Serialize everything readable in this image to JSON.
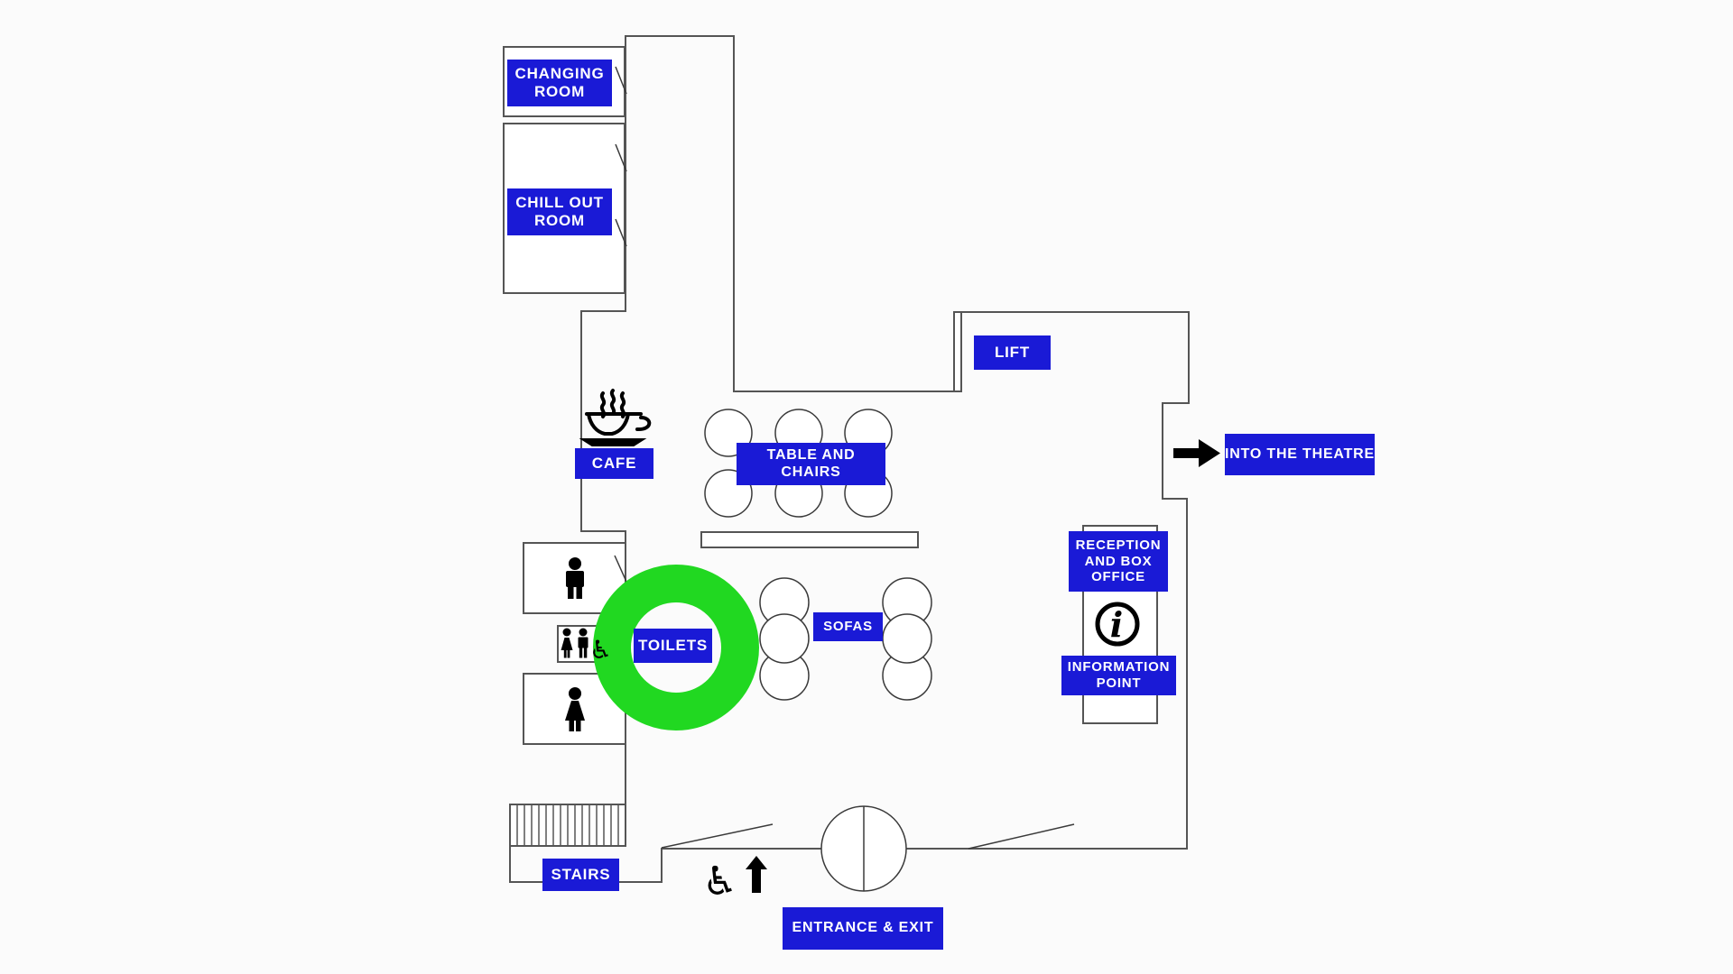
{
  "labels": {
    "changing_room": "CHANGING\nROOM",
    "chill_out_room": "CHILL OUT\nROOM",
    "cafe": "CAFE",
    "table_and_chairs": "TABLE AND CHAIRS",
    "lift": "LIFT",
    "into_the_theatre": "INTO THE THEATRE",
    "toilets": "TOILETS",
    "sofas": "SOFAS",
    "reception": "RECEPTION\nAND BOX\nOFFICE",
    "information_point": "INFORMATION\nPOINT",
    "stairs": "STAIRS",
    "entrance_exit": "ENTRANCE & EXIT"
  },
  "icons": {
    "cafe": "coffee-cup-icon",
    "male_toilet": "male-icon",
    "female_toilet": "female-icon",
    "accessible_toilet": "female-male-wheelchair-icons",
    "information": "info-icon",
    "into_theatre_arrow": "arrow-right-icon",
    "step_free_entrance": "wheelchair-up-arrow-icon",
    "wheelchair_glyph": "♿",
    "info_glyph": "i"
  },
  "highlight": {
    "highlighted_area": "TOILETS",
    "shape": "green-ring"
  },
  "colors": {
    "label_bg": "#1a1ad6",
    "label_text": "#ffffff",
    "wall": "#555555",
    "furniture_line": "#3a3a3a",
    "highlight_ring": "#21d821",
    "icon": "#000000",
    "background": "#fbfbfb"
  }
}
